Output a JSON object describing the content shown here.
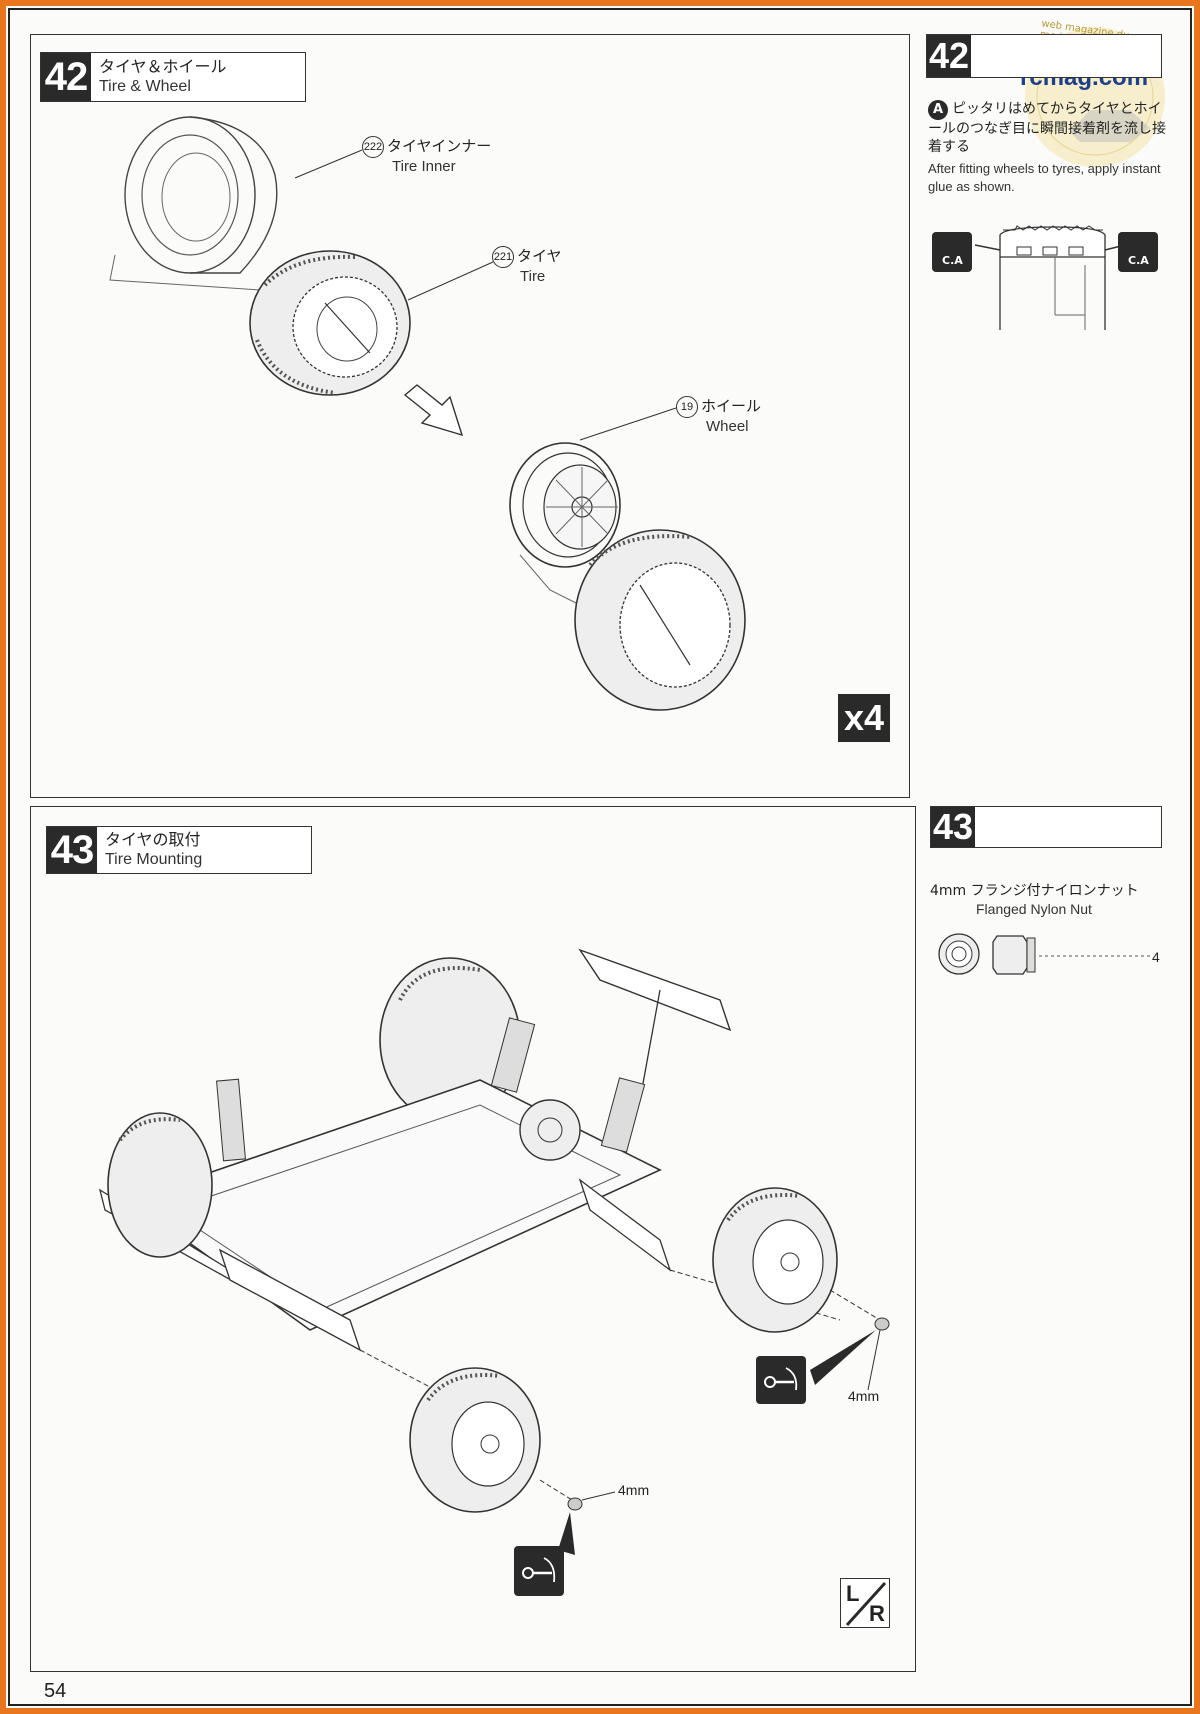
{
  "page_number": "54",
  "watermark": {
    "site": "rcmag.com",
    "tagline": "web magazine du modelisme"
  },
  "step42": {
    "number": "42",
    "title_jp": "タイヤ＆ホイール",
    "title_en": "Tire & Wheel",
    "parts": [
      {
        "no": "222",
        "jp": "タイヤインナー",
        "en": "Tire Inner"
      },
      {
        "no": "221",
        "jp": "タイヤ",
        "en": "Tire"
      },
      {
        "no": "19",
        "jp": "ホイール",
        "en": "Wheel"
      }
    ],
    "multiplier": "x4"
  },
  "step42_side": {
    "number": "42",
    "note_marker": "A",
    "note_jp": "ピッタリはめてからタイヤとホイールのつなぎ目に瞬間接着剤を流し接着する",
    "note_en": "After fitting wheels to tyres, apply instant glue as shown.",
    "glue_label": "C.A"
  },
  "step43": {
    "number": "43",
    "title_jp": "タイヤの取付",
    "title_en": "Tire Mounting",
    "nut_size_label": "4mm",
    "lr_badge": "L/R"
  },
  "step43_side": {
    "number": "43",
    "part_jp": "4mm フランジ付ナイロンナット",
    "part_en": "Flanged Nylon Nut",
    "quantity": "4"
  }
}
